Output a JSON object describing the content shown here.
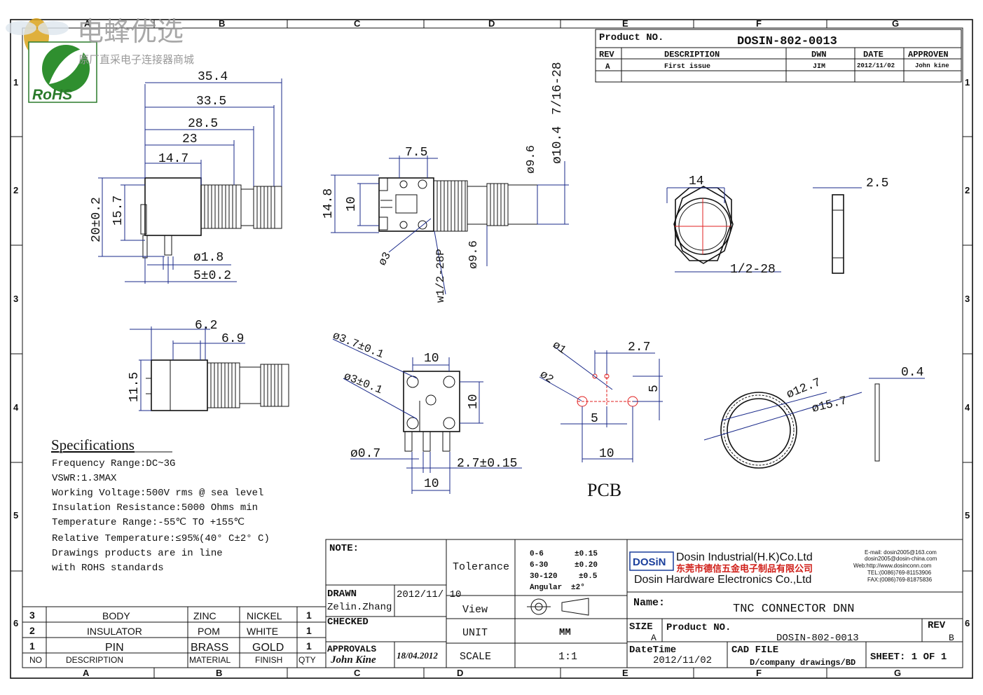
{
  "watermark": {
    "brand": "电蜂优选",
    "sub": "原厂直采电子连接器商城",
    "rohs": "RoHS"
  },
  "grid": {
    "cols_top": [
      "A",
      "B",
      "C",
      "D",
      "E",
      "F",
      "G"
    ],
    "cols_bottom": [
      "A",
      "B",
      "C",
      "D",
      "E",
      "F",
      "G"
    ],
    "rows": [
      "1",
      "2",
      "3",
      "4",
      "5",
      "6"
    ]
  },
  "revision_block": {
    "product_label": "Product NO.",
    "product_no": "DOSIN-802-0013",
    "headers": [
      "REV",
      "DESCRIPTION",
      "DWN",
      "DATE",
      "APPROVEN"
    ],
    "row": [
      "A",
      "First issue",
      "JIM",
      "2012/11/02",
      "John kine"
    ]
  },
  "dims": {
    "v1": {
      "d354": "35.4",
      "d335": "33.5",
      "d285": "28.5",
      "d23": "23",
      "d147": "14.7",
      "d20": "20±0.2",
      "d157": "15.7",
      "d18": "ø1.8",
      "d5": "5±0.2"
    },
    "v2": {
      "d75": "7.5",
      "d148": "14.8",
      "d10": "10",
      "d3": "ø3",
      "thread": "w1/2-28P",
      "d96a": "ø9.6",
      "d96b": "ø9.6",
      "d104": "ø10.4",
      "d716": "7/16-28"
    },
    "nut": {
      "d14": "14",
      "thread": "1/2-28",
      "d25": "2.5"
    },
    "v3": {
      "d62": "6.2",
      "d69": "6.9",
      "d115": "11.5"
    },
    "v4": {
      "d37": "ø3.7±0.1",
      "d3": "ø3±0.1",
      "d10top": "10",
      "d10r": "10",
      "d07": "ø0.7",
      "d27": "2.7±0.15",
      "d10b": "10"
    },
    "pcb": {
      "d1": "ø1",
      "d2": "ø2",
      "d27": "2.7",
      "d5r": "5",
      "d5b": "5",
      "d10": "10",
      "label": "PCB"
    },
    "washer": {
      "d127": "ø12.7",
      "d157": "ø15.7",
      "d04": "0.4"
    }
  },
  "specs": {
    "title": "Specifications",
    "lines": [
      "Frequency Range:DC~3G",
      "VSWR:1.3MAX",
      "Working Voltage:500V rms @ sea level",
      "Insulation Resistance:5000 Ohms min",
      "Temperature Range:-55℃ TO +155℃",
      "Relative Temperature:≤95%(40° C±2° C)",
      "Drawings products are in line",
      "with ROHS standards"
    ]
  },
  "bom": {
    "rows": [
      [
        "3",
        "BODY",
        "ZINC",
        "NICKEL",
        "1"
      ],
      [
        "2",
        "INSULATOR",
        "POM",
        "WHITE",
        "1"
      ],
      [
        "1",
        "PIN",
        "BRASS",
        "GOLD",
        "1"
      ]
    ],
    "header": [
      "NO",
      "DESCRIPTION",
      "MATERIAL",
      "FINISH",
      "QTY"
    ]
  },
  "title_block": {
    "note": "NOTE:",
    "drawn_label": "DRAWN",
    "drawn_name": "Zelin.Zhang",
    "drawn_date": "2012/11/ 10",
    "checked": "CHECKED",
    "approvals": "APPROVALS",
    "approval_sig": "John Kine",
    "approval_date": "18/04.2012",
    "tolerance_label": "Tolerance",
    "tolerances": [
      [
        "0-6",
        "±0.15"
      ],
      [
        "6-30",
        "±0.20"
      ],
      [
        "30-120",
        "±0.5"
      ],
      [
        "Angular",
        "±2°"
      ]
    ],
    "view_label": "View",
    "unit_label": "UNIT",
    "unit": "MM",
    "scale_label": "SCALE",
    "scale": "1:1",
    "company_logo": "DOSiN",
    "company_en": "Dosin Industrial(H.K)Co.Ltd",
    "company_cn": "东莞市德信五金电子制品有限公司",
    "company_en2": "Dosin Hardware Electronics Co.,Ltd",
    "contact": [
      "E-mail: dosin2005@163.com",
      "dosin2005@dosin-china.com",
      "Web:http://www.dosinconn.com",
      "TEL:(0086)769-81153906",
      "FAX:(0086)769-81875836"
    ],
    "name_label": "Name:",
    "name": "TNC CONNECTOR DNN",
    "size_label": "SIZE",
    "size": "A",
    "product_label": "Product NO.",
    "product_no": "DOSIN-802-0013",
    "rev_label": "REV",
    "rev": "B",
    "datetime_label": "DateTime",
    "datetime": "2012/11/02",
    "cad_label": "CAD FILE",
    "cad_path": "D/company drawings/BD",
    "sheet": "SHEET: 1 OF 1"
  }
}
